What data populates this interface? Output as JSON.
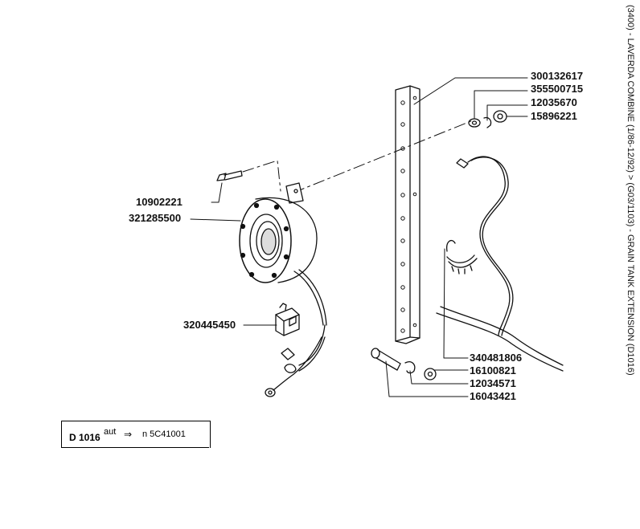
{
  "title": "(3400) - LAVERDA COMBINE (1/86-12/92) > (G03/1103) - GRAIN TANK EXTENSION (D1016)",
  "parts": {
    "p300132617": "300132617",
    "p355500715": "355500715",
    "p12035670": "12035670",
    "p15896221": "15896221",
    "p10902221": "10902221",
    "p321285500": "321285500",
    "p320445450": "320445450",
    "p340481806": "340481806",
    "p16100821": "16100821",
    "p12034571": "12034571",
    "p16043421": "16043421"
  },
  "reference": {
    "code": "D 1016",
    "aut": "aut",
    "arrow": "⇒",
    "serial": "n 5C41001"
  }
}
